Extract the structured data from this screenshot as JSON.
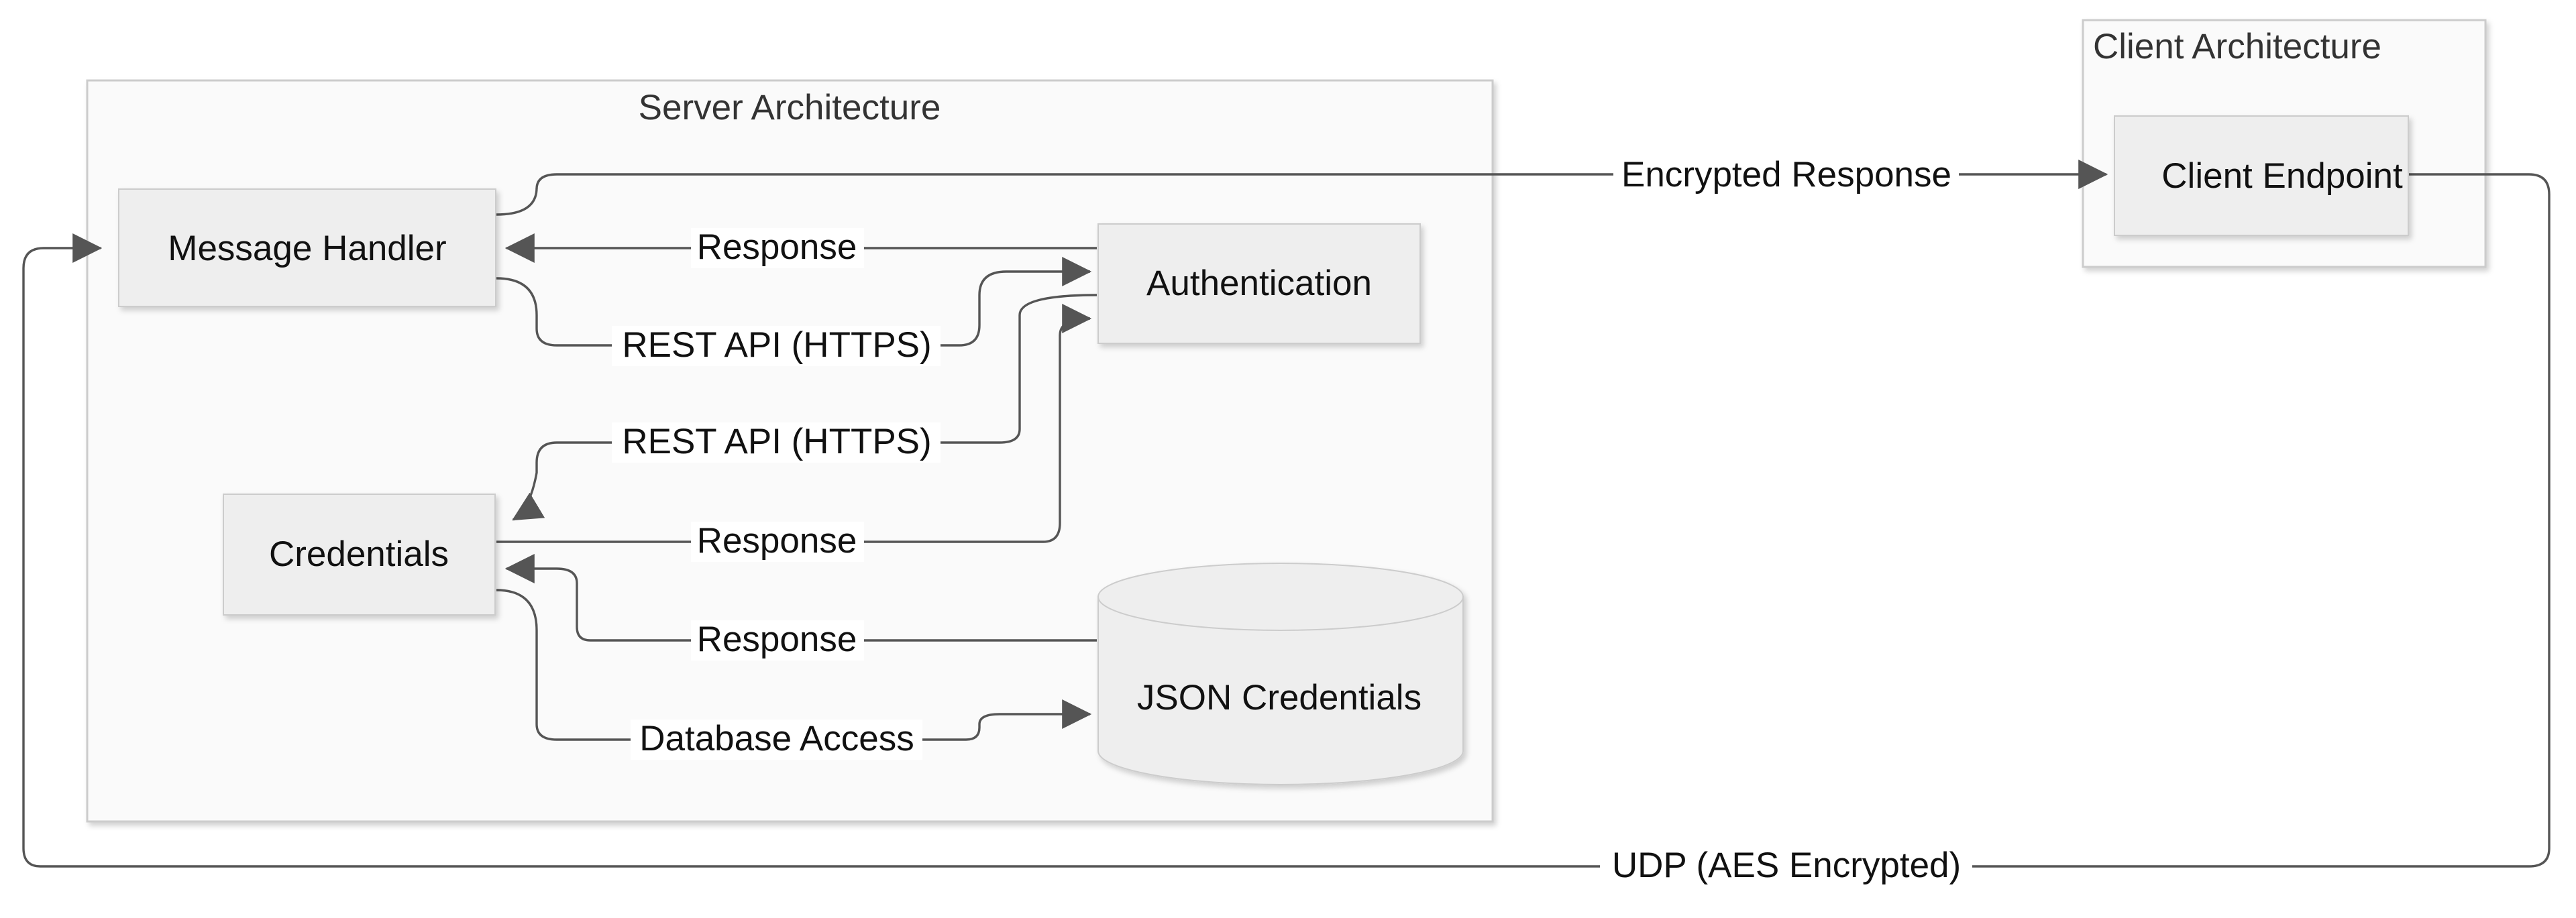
{
  "clusters": {
    "server": "Server Architecture",
    "client": "Client Architecture"
  },
  "nodes": {
    "message_handler": "Message Handler",
    "authentication": "Authentication",
    "credentials": "Credentials",
    "json_credentials": "JSON Credentials",
    "client_endpoint": "Client Endpoint"
  },
  "edges": {
    "encrypted_response": "Encrypted Response",
    "auth_response": "Response",
    "handler_rest_api": "REST API (HTTPS)",
    "cred_rest_api": "REST API (HTTPS)",
    "cred_response": "Response",
    "db_response": "Response",
    "database_access": "Database Access",
    "udp": "UDP (AES Encrypted)"
  },
  "colors": {
    "node_fill": "#eeeeee",
    "node_border": "#cccccc",
    "cluster_fill": "#fafafa",
    "cluster_border": "#cccccc",
    "edge": "#555555"
  }
}
